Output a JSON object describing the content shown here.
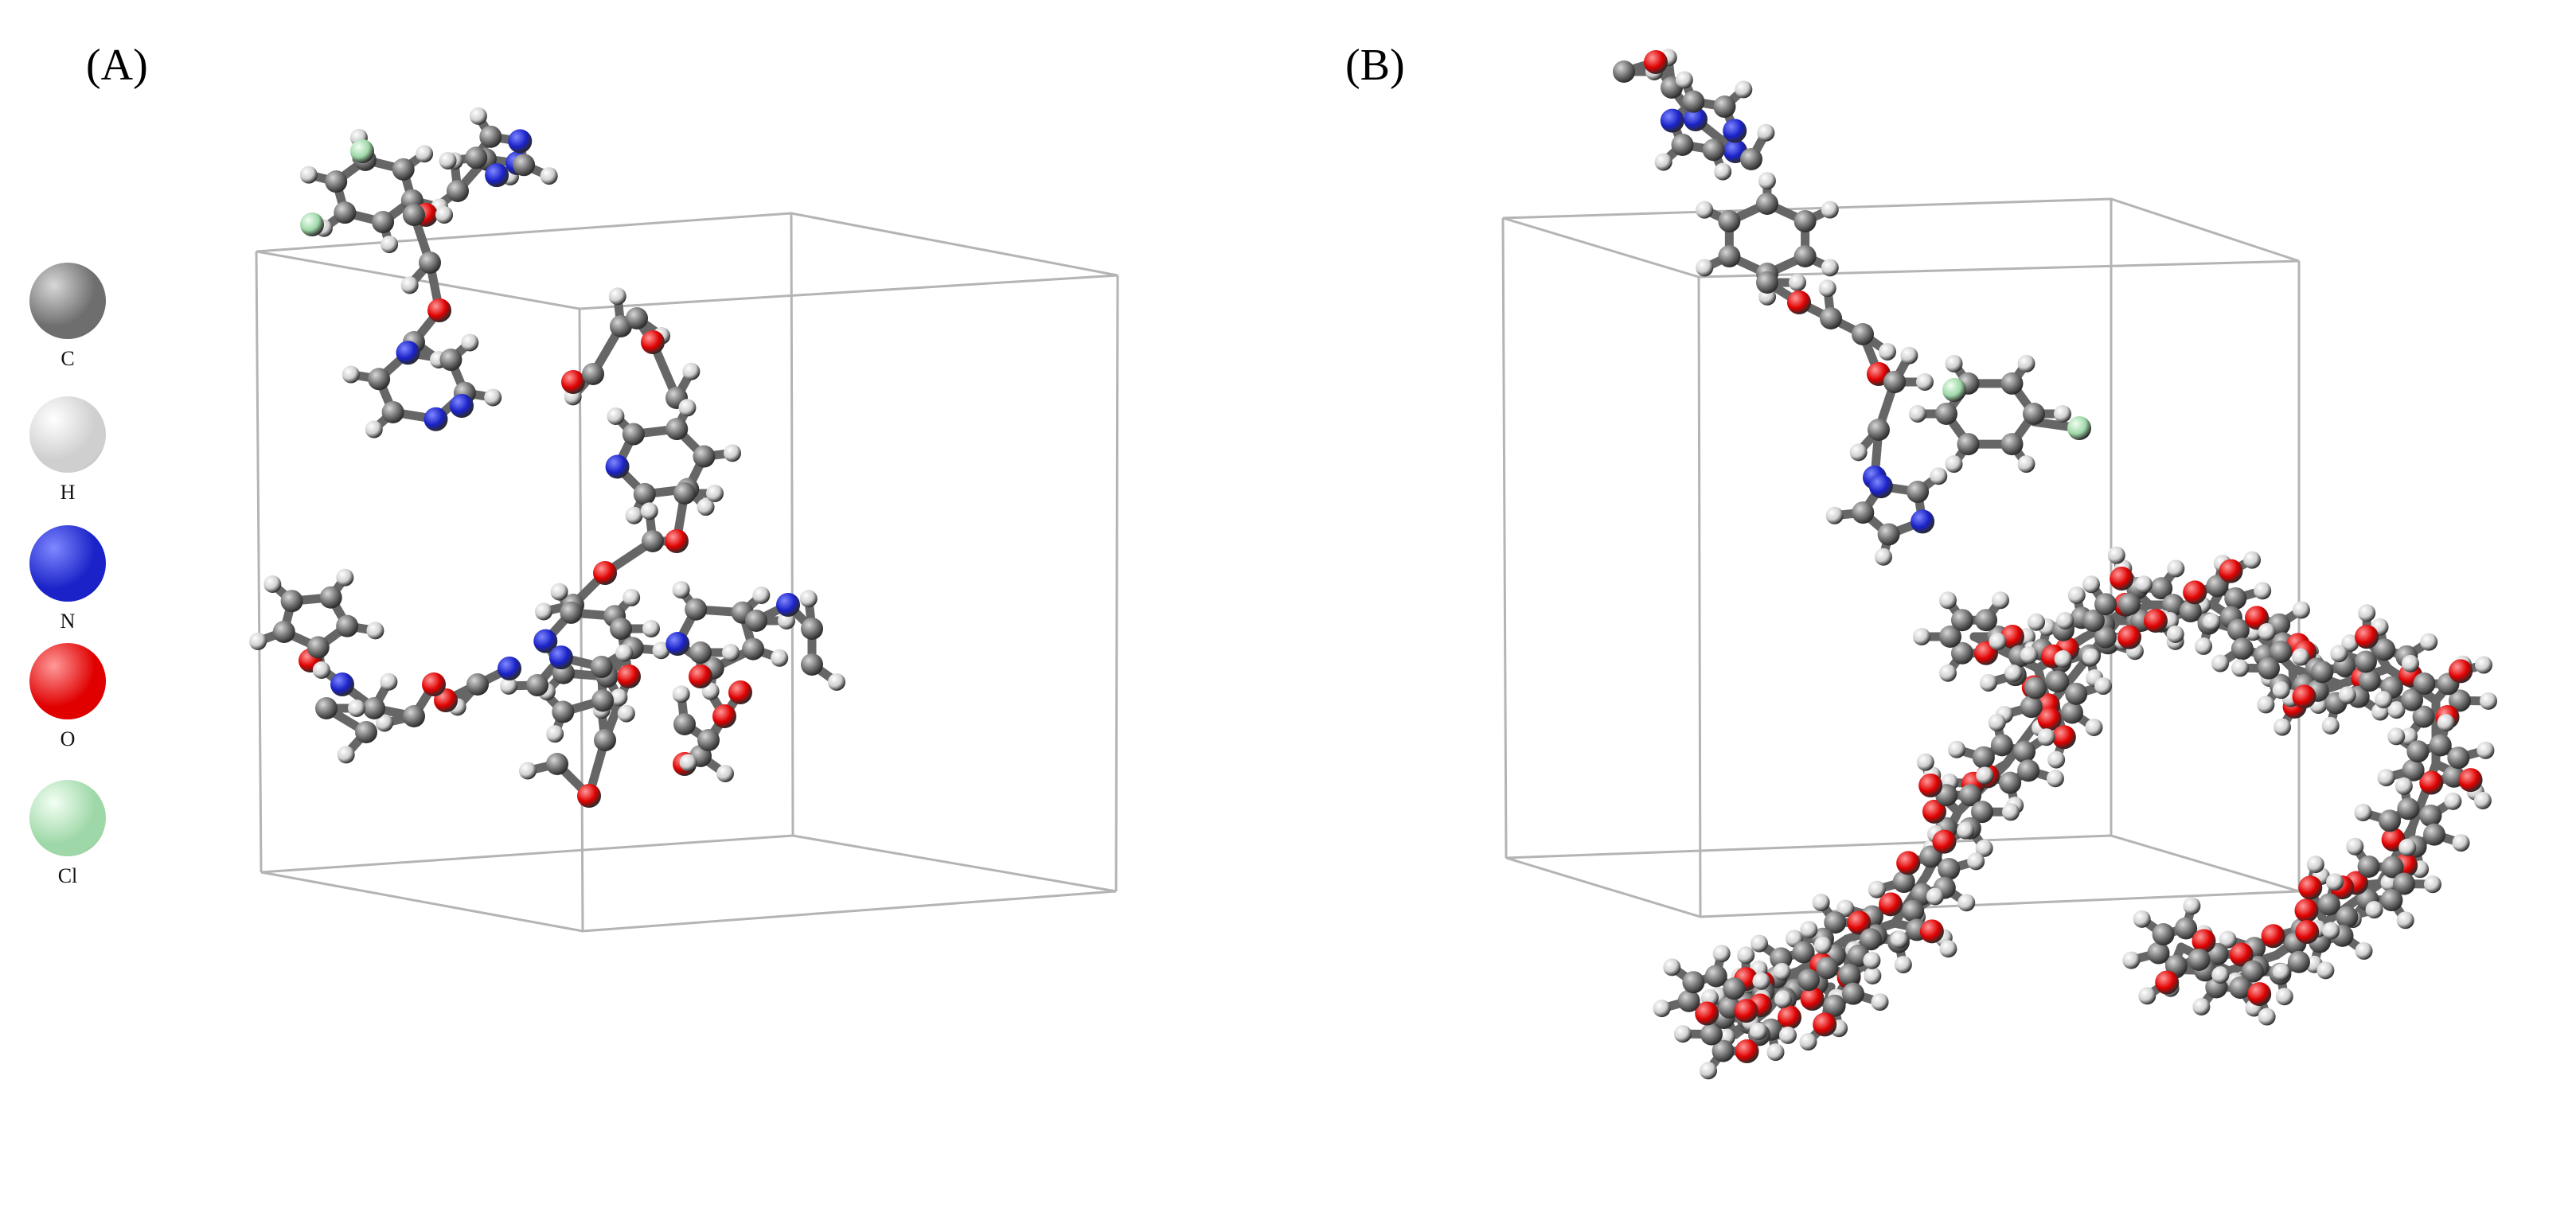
{
  "panels": [
    {
      "label": "(A)"
    },
    {
      "label": "(B)"
    }
  ],
  "legend": [
    {
      "symbol": "C",
      "color": "#6e6e6e",
      "highlight": "#d8d8d8"
    },
    {
      "symbol": "H",
      "color": "#cfcfcf",
      "highlight": "#ffffff"
    },
    {
      "symbol": "N",
      "color": "#1a22c8",
      "highlight": "#7f88ff"
    },
    {
      "symbol": "O",
      "color": "#e00000",
      "highlight": "#ff9a9a"
    },
    {
      "symbol": "Cl",
      "color": "#9fd8a8",
      "highlight": "#f2fff3"
    }
  ]
}
